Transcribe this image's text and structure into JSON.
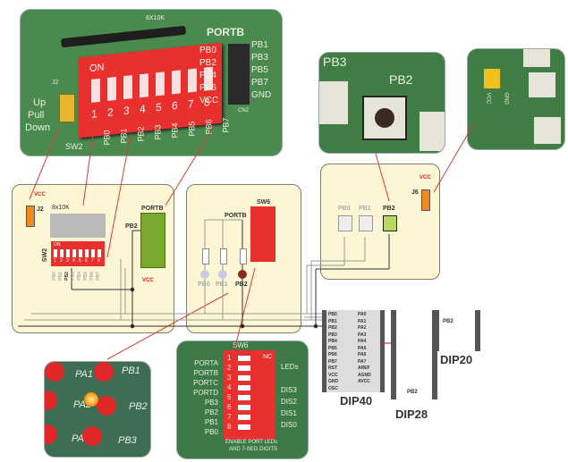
{
  "photos": {
    "top_dip": {
      "resistor_label": "8X10K",
      "jumper_label": "J2",
      "jumper_options": [
        "Up",
        "Pull",
        "Down"
      ],
      "switch_name": "SW2",
      "switch_on": "ON",
      "switch_numbers": [
        "1",
        "2",
        "3",
        "4",
        "5",
        "6",
        "7",
        "8"
      ],
      "pin_labels": [
        "PB0",
        "PB1",
        "PB2",
        "PB3",
        "PB4",
        "PB5",
        "PB6",
        "PB7"
      ],
      "connector_title": "PORTB",
      "connector_left": [
        "PB0",
        "PB2",
        "PB4",
        "PB6",
        "VCC"
      ],
      "connector_right": [
        "PB1",
        "PB3",
        "PB5",
        "PB7",
        "GND"
      ],
      "connector_name": "CN2"
    },
    "buttons": {
      "labels": [
        "PB3",
        "PB2"
      ]
    },
    "jumper_j6": {
      "labels": [
        "VCC",
        "GND"
      ]
    },
    "leds": {
      "labels": [
        "PA1",
        "PB1",
        "PA2",
        "PB2",
        "PA3",
        "PB3"
      ]
    },
    "sw6": {
      "title": "SW6",
      "nc": "NC",
      "left_labels": [
        "PORTA",
        "PORTB",
        "PORTC",
        "PORTD",
        "PB3",
        "PB2",
        "PB1",
        "PB0"
      ],
      "right_labels": [
        "LEDs",
        "DIS3",
        "DIS2",
        "DIS1",
        "DIS0"
      ],
      "footer": [
        "ENABLE PORT LEDs",
        "AND 7-SEG DIGITS"
      ],
      "numbers": [
        "1",
        "2",
        "3",
        "4",
        "5",
        "6",
        "7",
        "8"
      ]
    }
  },
  "schematic": {
    "pullup_panel": {
      "vcc": "VCC",
      "jumper": "J2",
      "resistor": "8x10K",
      "switch": "SW2",
      "switch_on": "ON",
      "switch_numbers": [
        "1",
        "2",
        "3",
        "4",
        "5",
        "6",
        "7",
        "8"
      ],
      "pins": [
        "PB0",
        "PB1",
        "PB2",
        "PB3",
        "PB4",
        "PB5",
        "PB6",
        "PB7"
      ],
      "port_label": "PORTB",
      "pb2_label": "PB2",
      "connector_vcc": "VCC"
    },
    "led_panel": {
      "switch": "SW6",
      "port_label": "PORTB",
      "leds": [
        "PB0",
        "PB1",
        "PB2"
      ]
    },
    "button_panel": {
      "vcc": "VCC",
      "jumper": "J6",
      "buttons": [
        "PB0",
        "PB1",
        "PB2"
      ]
    },
    "sockets": {
      "dip40": {
        "name": "DIP40",
        "left": [
          "PB0",
          "PB1",
          "PB2",
          "PB3",
          "PB4",
          "PB5",
          "PB6",
          "PB7",
          "RST",
          "VCC",
          "GND",
          "OSC"
        ],
        "right": [
          "PA0",
          "PA1",
          "PA2",
          "PA3",
          "PA4",
          "PA5",
          "PA6",
          "PA7",
          "AREF",
          "AGND",
          "AVCC"
        ]
      },
      "dip28": {
        "name": "DIP28",
        "pin": "PB2"
      },
      "dip20": {
        "name": "DIP20",
        "pin": "PB2"
      }
    }
  },
  "colors": {
    "panel_bg": "#fcf6d4",
    "pcb_green": "#3f7d45",
    "switch_red": "#e8302e",
    "callout_red": "#e03a3a",
    "connector_green": "#7aa82e"
  }
}
